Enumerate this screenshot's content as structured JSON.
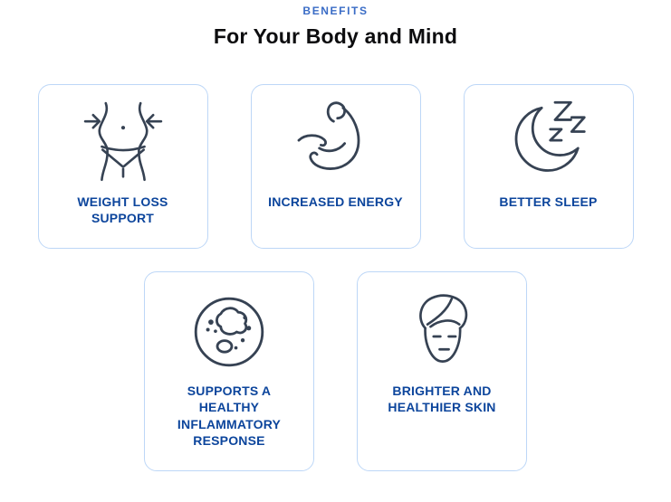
{
  "header": {
    "eyebrow": "BENEFITS",
    "title": "For Your Body and Mind"
  },
  "benefits": [
    {
      "label": "WEIGHT LOSS SUPPORT",
      "icon": "waist-slimming-icon"
    },
    {
      "label": "INCREASED ENERGY",
      "icon": "flexed-bicep-icon"
    },
    {
      "label": "BETTER SLEEP",
      "icon": "crescent-moon-zzz-icon"
    },
    {
      "label": "SUPPORTS A HEALTHY INFLAMMATORY RESPONSE",
      "icon": "cell-icon"
    },
    {
      "label": "BRIGHTER AND HEALTHIER SKIN",
      "icon": "face-spa-towel-icon"
    }
  ],
  "colors": {
    "eyebrow_blue": "#3a6cc6",
    "label_blue": "#0c459c",
    "icon_stroke": "#364253",
    "card_border": "#bdd7f7",
    "heading_color": "#0d0d0f",
    "background": "#ffffff"
  }
}
